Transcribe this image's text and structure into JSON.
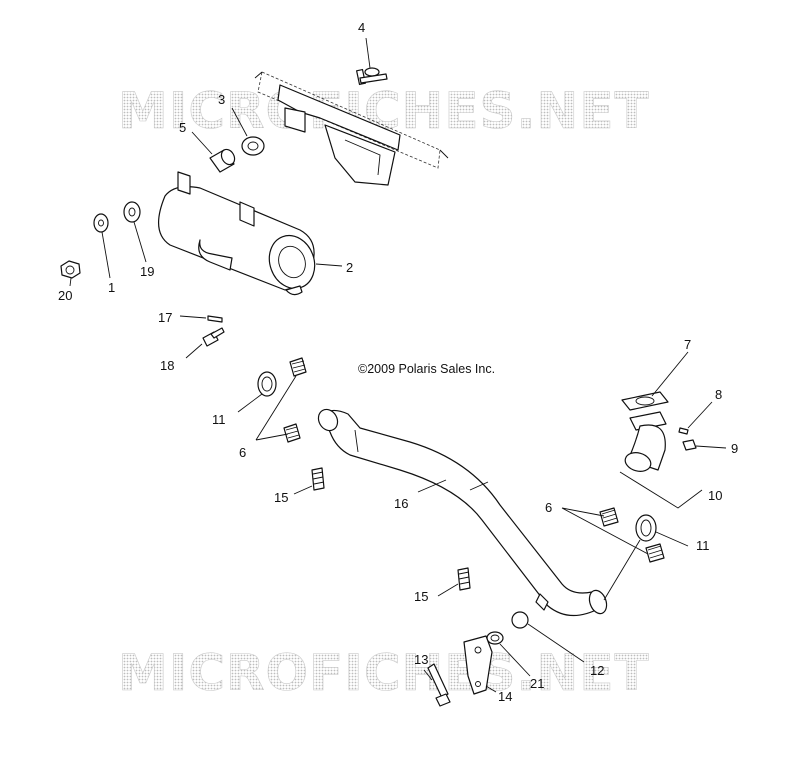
{
  "copyright": "©2009 Polaris Sales Inc.",
  "watermark": "MICROFICHES.NET",
  "callouts": [
    {
      "id": "c1",
      "label": "1"
    },
    {
      "id": "c2",
      "label": "2"
    },
    {
      "id": "c3",
      "label": "3"
    },
    {
      "id": "c4",
      "label": "4"
    },
    {
      "id": "c5",
      "label": "5"
    },
    {
      "id": "c6a",
      "label": "6"
    },
    {
      "id": "c6b",
      "label": "6"
    },
    {
      "id": "c7",
      "label": "7"
    },
    {
      "id": "c8",
      "label": "8"
    },
    {
      "id": "c9",
      "label": "9"
    },
    {
      "id": "c10",
      "label": "10"
    },
    {
      "id": "c11a",
      "label": "11"
    },
    {
      "id": "c11b",
      "label": "11"
    },
    {
      "id": "c12",
      "label": "12"
    },
    {
      "id": "c13",
      "label": "13"
    },
    {
      "id": "c14",
      "label": "14"
    },
    {
      "id": "c15a",
      "label": "15"
    },
    {
      "id": "c15b",
      "label": "15"
    },
    {
      "id": "c16",
      "label": "16"
    },
    {
      "id": "c17",
      "label": "17"
    },
    {
      "id": "c18",
      "label": "18"
    },
    {
      "id": "c19",
      "label": "19"
    },
    {
      "id": "c20",
      "label": "20"
    },
    {
      "id": "c21",
      "label": "21"
    }
  ]
}
